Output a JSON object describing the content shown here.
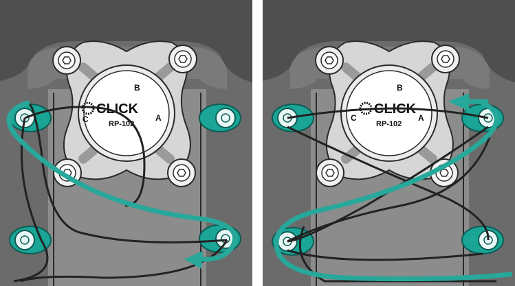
{
  "panels": [
    {
      "id": "left",
      "mount": {
        "brand": "CLICK",
        "model": "RP-102",
        "label_a": "A",
        "label_b": "B",
        "label_c": "C"
      }
    },
    {
      "id": "right",
      "mount": {
        "brand": "CLICK",
        "model": "RP-102",
        "label_a": "A",
        "label_b": "B",
        "label_c": "C"
      }
    }
  ],
  "colors": {
    "background": "#6e6e6e",
    "upper_band": "#555555",
    "stem": "#8a8a8a",
    "plate": "#d0d0d0",
    "hook_teal": "#1aa596",
    "arrow_teal": "#27a89a",
    "strap_dark": "#222222"
  },
  "icons": [
    "torx-screw-icon",
    "hex-bolt-icon",
    "curved-arrow-icon",
    "click-logo-icon"
  ]
}
